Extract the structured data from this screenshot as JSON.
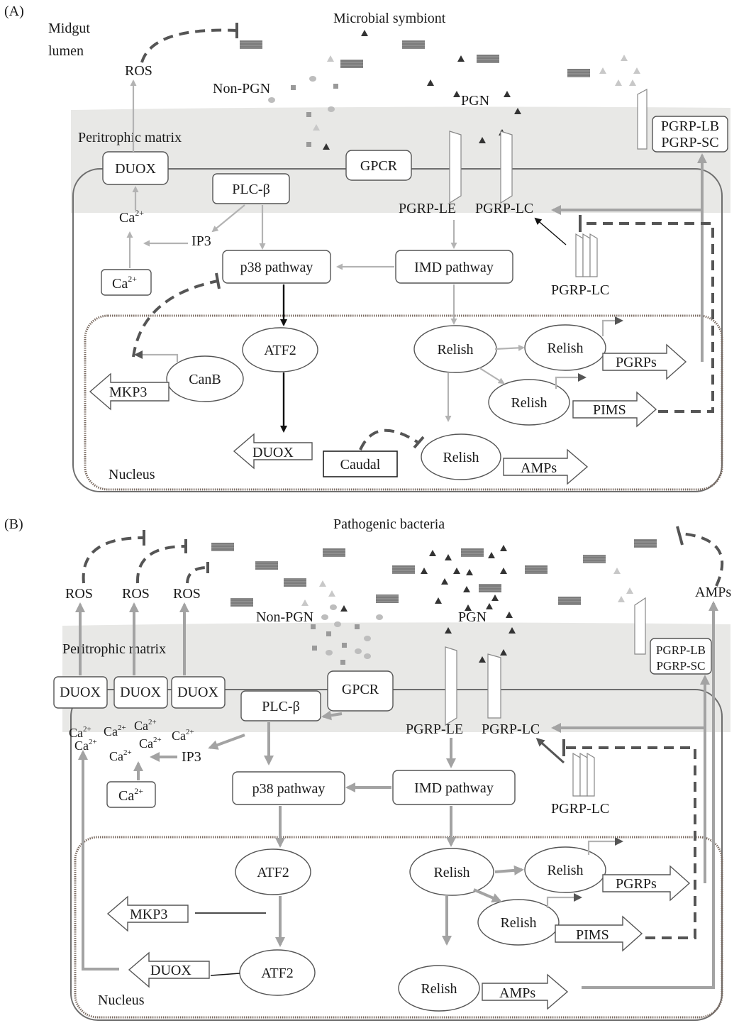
{
  "panel_a": {
    "label": "(A)",
    "midgut_line1": "Midgut",
    "midgut_line2": "lumen",
    "header": "Microbial symbiont",
    "ros": "ROS",
    "non_pgn": "Non-PGN",
    "pgn": "PGN",
    "peritrophic": "Peritrophic matrix",
    "duox": "DUOX",
    "gpcr": "GPCR",
    "plc": "PLC-β",
    "ca_top": "Ca",
    "ca_bottom": "Ca",
    "ca_sup": "2+",
    "ip3": "IP3",
    "p38": "p38 pathway",
    "imd": "IMD pathway",
    "pgrp_le": "PGRP-LE",
    "pgrp_lc": "PGRP-LC",
    "pgrp_lc2": "PGRP-LC",
    "pgrp_lb": "PGRP-LB",
    "pgrp_sc": "PGRP-SC",
    "atf2": "ATF2",
    "canb": "CanB",
    "mkp3": "MKP3",
    "duox_gene": "DUOX",
    "caudal": "Caudal",
    "relish1": "Relish",
    "relish2": "Relish",
    "relish3": "Relish",
    "relish4": "Relish",
    "pgrps": "PGRPs",
    "pims": "PIMS",
    "amps": "AMPs",
    "nucleus": "Nucleus"
  },
  "panel_b": {
    "label": "(B)",
    "header": "Pathogenic bacteria",
    "ros1": "ROS",
    "ros2": "ROS",
    "ros3": "ROS",
    "non_pgn": "Non-PGN",
    "pgn": "PGN",
    "peritrophic": "Peritrophic matrix",
    "duox1": "DUOX",
    "duox2": "DUOX",
    "duox3": "DUOX",
    "gpcr": "GPCR",
    "plc": "PLC-β",
    "ca": "Ca",
    "ca_sup": "2+",
    "ip3": "IP3",
    "p38": "p38 pathway",
    "imd": "IMD pathway",
    "pgrp_le": "PGRP-LE",
    "pgrp_lc": "PGRP-LC",
    "pgrp_lc2": "PGRP-LC",
    "pgrp_lb": "PGRP-LB",
    "pgrp_sc": "PGRP-SC",
    "amps_out": "AMPs",
    "atf2_1": "ATF2",
    "atf2_2": "ATF2",
    "mkp3": "MKP3",
    "duox_gene": "DUOX",
    "relish1": "Relish",
    "relish2": "Relish",
    "relish3": "Relish",
    "relish4": "Relish",
    "pgrps": "PGRPs",
    "pims": "PIMS",
    "amps": "AMPs",
    "nucleus": "Nucleus"
  },
  "colors": {
    "matrix": "#e8e8e6",
    "light_arrow": "#b3b3b3",
    "dark_arrow": "#111111",
    "inhibition": "#555555",
    "bacterium": "#8c8c8c"
  }
}
